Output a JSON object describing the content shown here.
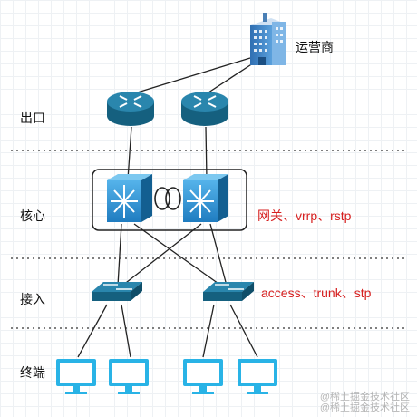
{
  "isp": {
    "label": "运营商",
    "icon": "building-icon"
  },
  "layers": {
    "egress": "出口",
    "core": "核心",
    "access": "接入",
    "terminal": "终端"
  },
  "notes": {
    "core_protocols": "网关、vrrp、rstp",
    "access_protocols": "access、trunk、stp"
  },
  "watermark": {
    "line1": "@稀土掘金技术社区",
    "line2": "@稀土掘金技术社区"
  },
  "colors": {
    "device_blue": "#1f6e93",
    "core_blue": "#2f8fcf",
    "pc_blue": "#29b3e6",
    "note_red": "#d61f1f",
    "divider": "#555555"
  },
  "icons": [
    "router-icon",
    "core-switch-icon",
    "access-switch-icon",
    "monitor-icon",
    "building-icon"
  ]
}
